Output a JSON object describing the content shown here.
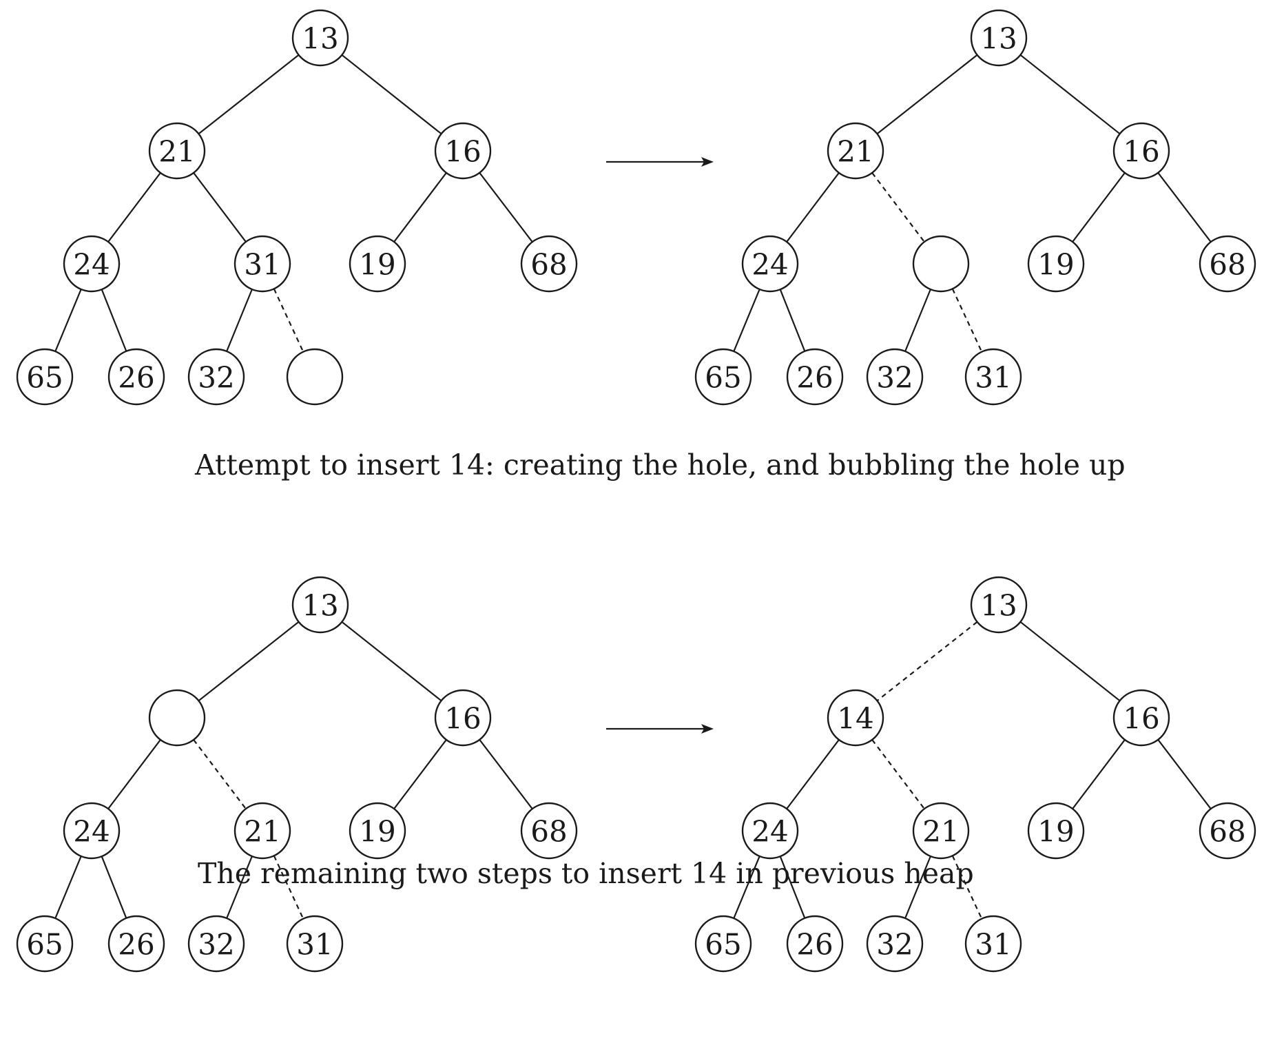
{
  "captions": {
    "top": "Attempt to insert 14: creating the hole, and bubbling the hole up",
    "bottom": "The remaining two steps to insert 14 in previous heap"
  },
  "panels": [
    {
      "id": "top-left",
      "nodes": [
        "13",
        "21",
        "16",
        "24",
        "31",
        "19",
        "68",
        "65",
        "26",
        "32",
        ""
      ],
      "dashed_edges": [
        [
          4,
          10
        ]
      ]
    },
    {
      "id": "top-right",
      "nodes": [
        "13",
        "21",
        "16",
        "24",
        "",
        "19",
        "68",
        "65",
        "26",
        "32",
        "31"
      ],
      "dashed_edges": [
        [
          1,
          4
        ],
        [
          4,
          10
        ]
      ]
    },
    {
      "id": "bottom-left",
      "nodes": [
        "13",
        "",
        "16",
        "24",
        "21",
        "19",
        "68",
        "65",
        "26",
        "32",
        "31"
      ],
      "dashed_edges": [
        [
          1,
          4
        ],
        [
          4,
          10
        ]
      ]
    },
    {
      "id": "bottom-right",
      "nodes": [
        "13",
        "14",
        "16",
        "24",
        "21",
        "19",
        "68",
        "65",
        "26",
        "32",
        "31"
      ],
      "dashed_edges": [
        [
          0,
          1
        ],
        [
          1,
          4
        ],
        [
          4,
          10
        ]
      ]
    }
  ]
}
